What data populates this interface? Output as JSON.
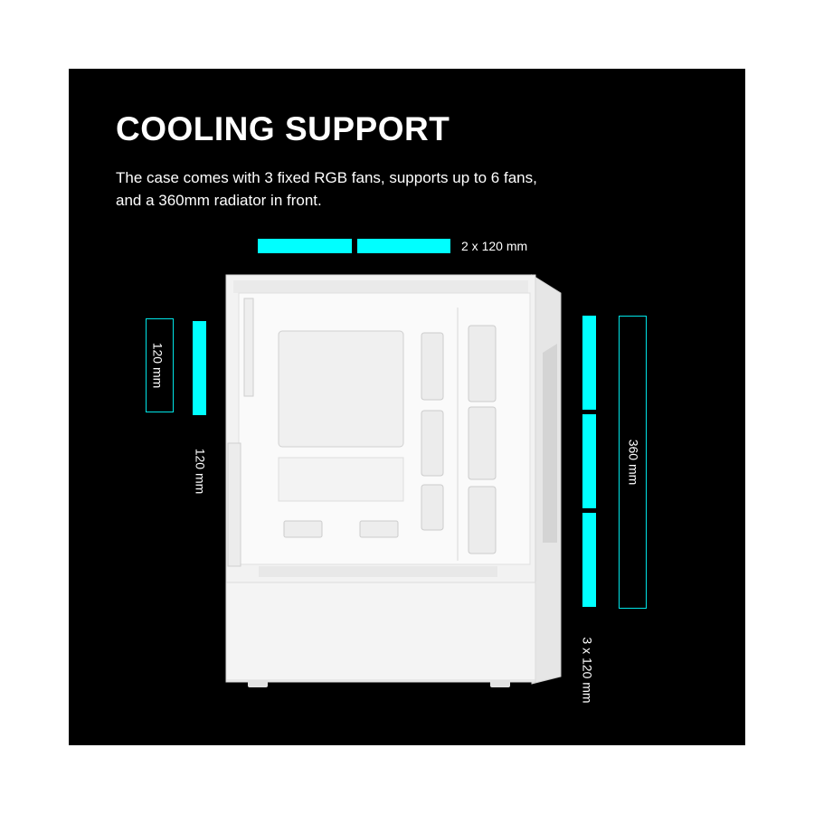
{
  "heading": "COOLING SUPPORT",
  "description_lines": [
    "The case comes with 3 fixed RGB fans, supports up to 6 fans,",
    "and a 360mm radiator in front."
  ],
  "labels": {
    "top_fans": "2 x 120 mm",
    "rear_outline": "120 mm",
    "rear_fan": "120 mm",
    "front_radiator": "360 mm",
    "front_fans": "3 x 120 mm"
  },
  "colors": {
    "background": "#000000",
    "accent": "#00ffff",
    "text": "#ffffff",
    "case_body": "#f2f2f2"
  }
}
